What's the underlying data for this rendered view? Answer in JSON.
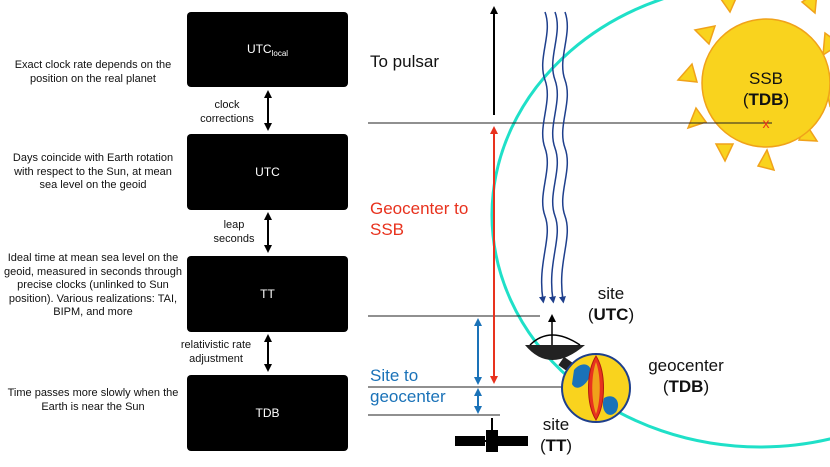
{
  "notes": {
    "utc_local": "Exact clock rate depends on the position on the real planet",
    "utc": "Days coincide with Earth rotation with respect to the Sun, at mean sea level on the geoid",
    "tt": "Ideal time at mean sea level on the geoid, measured in seconds through precise clocks (unlinked to Sun position). Various realizations: TAI, BIPM, and more",
    "tdb": "Time passes more slowly when the Earth is near the Sun"
  },
  "boxes": {
    "utc_local": {
      "main": "UTC",
      "sub": "local"
    },
    "utc": "UTC",
    "tt": "TT",
    "tdb": "TDB"
  },
  "conversions": {
    "clock": "clock corrections",
    "leap": "leap seconds",
    "relativistic": "relativistic rate adjustment"
  },
  "labels": {
    "to_pulsar": "To pulsar",
    "geocenter_to_ssb": "Geocenter to SSB",
    "site_to_geocenter": "Site to geocenter",
    "ssb": "SSB",
    "ssb_time": "TDB",
    "site_utc": "site",
    "site_utc_time": "UTC",
    "geocenter": "geocenter",
    "geocenter_time": "TDB",
    "site_tt": "site",
    "site_tt_time": "TT",
    "ssb_marker": "x"
  },
  "colors": {
    "red": "#e8321e",
    "blue": "#1a72b8",
    "navy": "#1e3f8c",
    "sun": "#f9d31e",
    "sun_edge": "#f0a21a",
    "orbit": "#1fe0c8"
  },
  "icons": [
    "radio-dish-icon",
    "earth-icon",
    "satellite-icon",
    "sun-icon",
    "pulsar-wave-icon"
  ]
}
